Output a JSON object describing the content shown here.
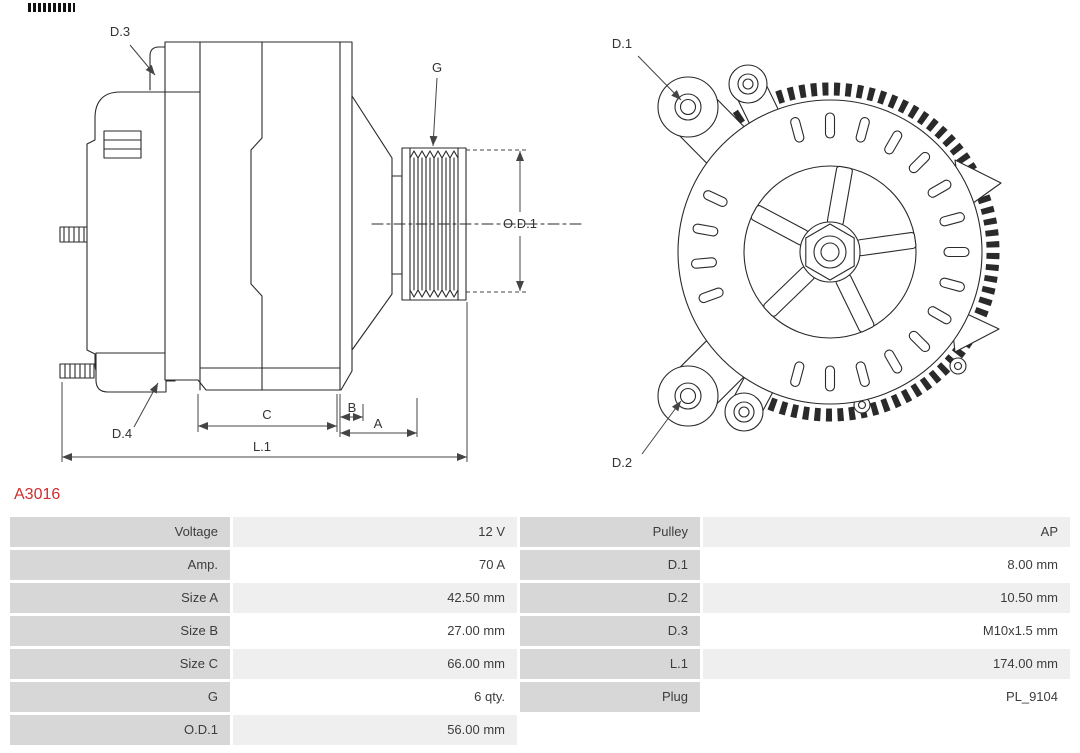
{
  "part_number": "A3016",
  "diagram": {
    "labels": {
      "d1": "D.1",
      "d2": "D.2",
      "d3": "D.3",
      "d4": "D.4",
      "g": "G",
      "od1": "O.D.1",
      "a": "A",
      "b": "B",
      "c": "C",
      "l1": "L.1"
    }
  },
  "specs": {
    "rows": [
      {
        "label_left": "Voltage",
        "value_left": "12 V",
        "label_right": "Pulley",
        "value_right": "AP"
      },
      {
        "label_left": "Amp.",
        "value_left": "70 A",
        "label_right": "D.1",
        "value_right": "8.00 mm"
      },
      {
        "label_left": "Size A",
        "value_left": "42.50 mm",
        "label_right": "D.2",
        "value_right": "10.50 mm"
      },
      {
        "label_left": "Size B",
        "value_left": "27.00 mm",
        "label_right": "D.3",
        "value_right": "M10x1.5 mm"
      },
      {
        "label_left": "Size C",
        "value_left": "66.00 mm",
        "label_right": "L.1",
        "value_right": "174.00 mm"
      },
      {
        "label_left": "G",
        "value_left": "6 qty.",
        "label_right": "Plug",
        "value_right": "PL_9104"
      },
      {
        "label_left": "O.D.1",
        "value_left": "56.00 mm",
        "label_right": "",
        "value_right": ""
      }
    ]
  }
}
